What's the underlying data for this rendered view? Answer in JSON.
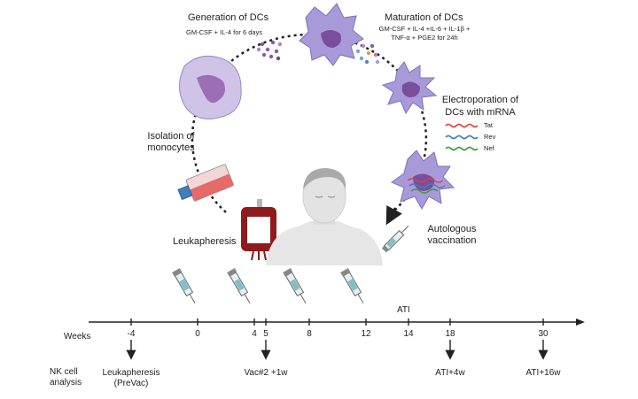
{
  "cycle": {
    "generation": {
      "title": "Generation of DCs",
      "detail": "GM-CSF + IL-4 for 6 days"
    },
    "maturation": {
      "title": "Maturation of DCs",
      "detail_line1": "GM-CSF + IL-4 +IL-6 + IL-1β +",
      "detail_line2": "TNF-α + PGE2 for 24h"
    },
    "electroporation": {
      "line1": "Electroporation of",
      "line2": "DCs with mRNA",
      "genes": [
        "Tat",
        "Rev",
        "Nef"
      ],
      "gene_colors": [
        "#e04040",
        "#3f7fbf",
        "#3a9a3a"
      ]
    },
    "isolation": {
      "line1": "Isolation of",
      "line2": "monocytes"
    },
    "leukapheresis": "Leukapheresis",
    "vaccination": {
      "line1": "Autologous",
      "line2": "vaccination"
    }
  },
  "timeline": {
    "weeks_label": "Weeks",
    "ticks": [
      "-4",
      "0",
      "4",
      "5",
      "8",
      "12",
      "14",
      "18",
      "30"
    ],
    "ati_label": "ATI",
    "nk_label_line1": "NK cell",
    "nk_label_line2": "analysis",
    "nk_points": [
      {
        "line1": "Leukapheresis",
        "line2": "(PreVac)"
      },
      {
        "line1": "Vac#2 +1w",
        "line2": ""
      },
      {
        "line1": "ATI+4w",
        "line2": ""
      },
      {
        "line1": "ATI+16w",
        "line2": ""
      }
    ]
  }
}
